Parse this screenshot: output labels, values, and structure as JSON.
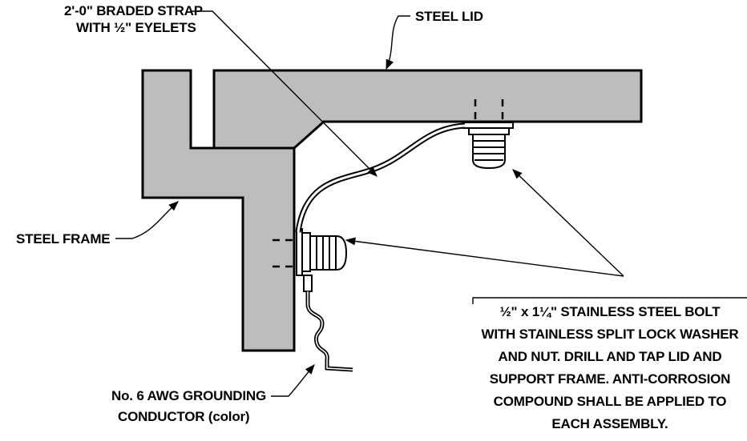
{
  "labels": {
    "strap_line1": "2'-0\" BRADED STRAP",
    "strap_line2": "WITH ½\" EYELETS",
    "steel_lid": "STEEL LID",
    "steel_frame": "STEEL FRAME",
    "conductor_line1": "No. 6 AWG GROUNDING",
    "conductor_line2": "CONDUCTOR (color)",
    "bolt_note": [
      "½\" x 1¼\" STAINLESS STEEL BOLT",
      "WITH STAINLESS SPLIT LOCK WASHER",
      "AND NUT. DRILL AND TAP LID AND",
      "SUPPORT FRAME. ANTI-CORROSION",
      "COMPOUND SHALL BE APPLIED TO",
      "EACH ASSEMBLY."
    ]
  },
  "colors": {
    "steel_fill": "#bdbdbd",
    "line": "#000000",
    "background": "#ffffff"
  }
}
